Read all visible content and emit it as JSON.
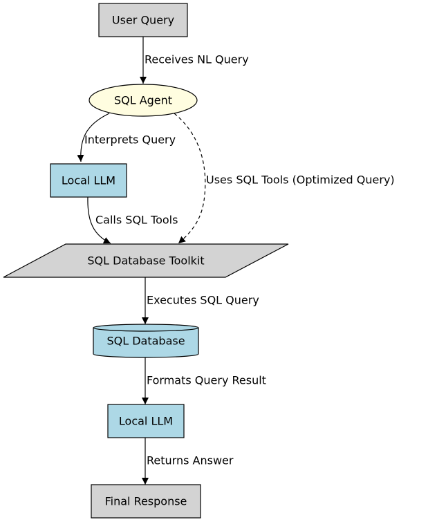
{
  "colors": {
    "gray_fill": "#d3d3d3",
    "blue_fill": "#add8e6",
    "yellow_fill": "#fffde0",
    "stroke": "#000000"
  },
  "nodes": {
    "user_query": "User Query",
    "sql_agent": "SQL Agent",
    "local_llm_top": "Local LLM",
    "toolkit": "SQL Database Toolkit",
    "database": "SQL Database",
    "local_llm_bottom": "Local LLM",
    "final_response": "Final Response"
  },
  "edges": {
    "receives": "Receives NL Query",
    "interprets": "Interprets Query",
    "uses_tools": "Uses SQL Tools (Optimized Query)",
    "calls_tools": "Calls SQL Tools",
    "executes": "Executes SQL Query",
    "formats": "Formats Query Result",
    "returns": "Returns Answer"
  }
}
